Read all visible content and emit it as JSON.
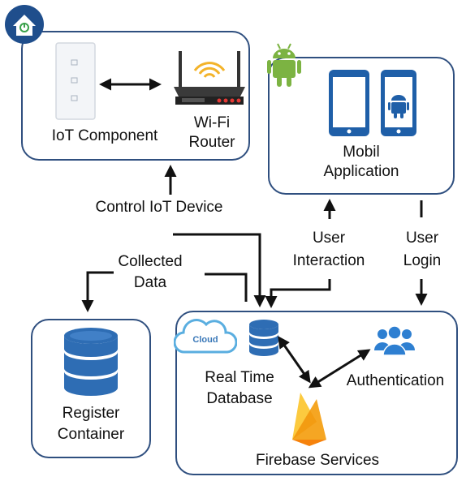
{
  "iot_box": {
    "component_label": "IoT Component",
    "router_label_line1": "Wi-Fi",
    "router_label_line2": "Router"
  },
  "mobile_box": {
    "label_line1": "Mobil",
    "label_line2": "Application"
  },
  "register_box": {
    "label_line1": "Register",
    "label_line2": "Container"
  },
  "firebase_box": {
    "cloud_text": "Cloud",
    "database_label_line1": "Real Time",
    "database_label_line2": "Database",
    "auth_label": "Authentication",
    "services_label": "Firebase Services"
  },
  "edges": {
    "control_label": "Control IoT Device",
    "collected_line1": "Collected",
    "collected_line2": "Data",
    "interaction_line1": "User",
    "interaction_line2": "Interaction",
    "login_line1": "User",
    "login_line2": "Login"
  },
  "colors": {
    "box_border": "#2f4f7f",
    "db_blue": "#2e6db4",
    "android_green": "#7cb342",
    "phone_blue": "#1f5fa8",
    "cloud_blue": "#5aaee0",
    "flame_orange": "#f39c12",
    "flame_yellow": "#fcca3f",
    "router_red": "#e53935",
    "home_blue": "#1f4e8c"
  },
  "icons": [
    "home-icon",
    "wall-switch-icon",
    "router-icon",
    "android-icon",
    "phone-icon",
    "database-icon",
    "cloud-icon",
    "users-icon",
    "firebase-icon"
  ]
}
